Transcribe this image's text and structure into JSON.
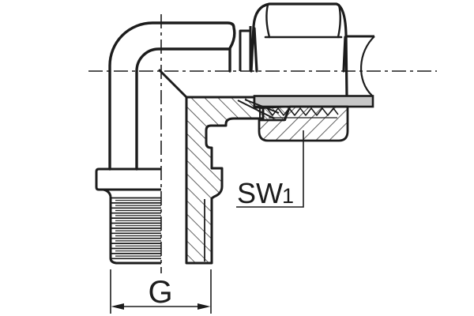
{
  "drawing": {
    "labels": {
      "thread_size": "G",
      "wrench_size_prefix": "SW",
      "wrench_size_index": "1"
    },
    "colors": {
      "line": "#1c1c1c",
      "tube_wall_fill": "#c8c8c8",
      "background": "#ffffff"
    }
  }
}
